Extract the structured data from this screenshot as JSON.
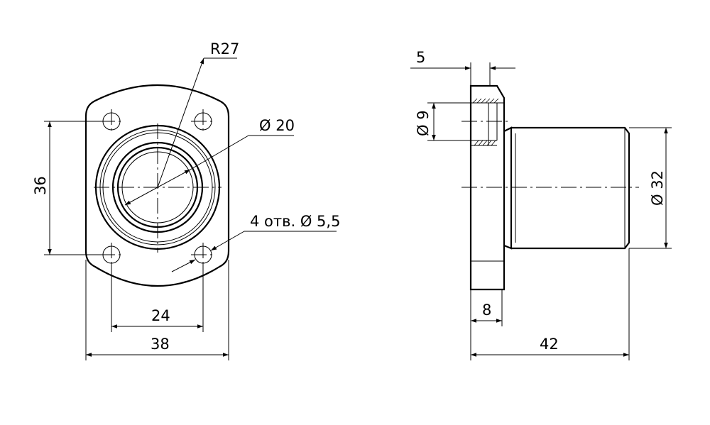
{
  "front_view": {
    "dim_radius": "R27",
    "dim_bore": "Ø 20",
    "dim_holes": "4 отв. Ø 5,5",
    "dim_height": "36",
    "dim_hole_spacing": "24",
    "dim_width": "38"
  },
  "side_view": {
    "dim_flange_thickness": "5",
    "dim_hole_diameter": "Ø 9",
    "dim_outer_diameter": "Ø 32",
    "dim_flange_depth": "8",
    "dim_total_length": "42"
  }
}
